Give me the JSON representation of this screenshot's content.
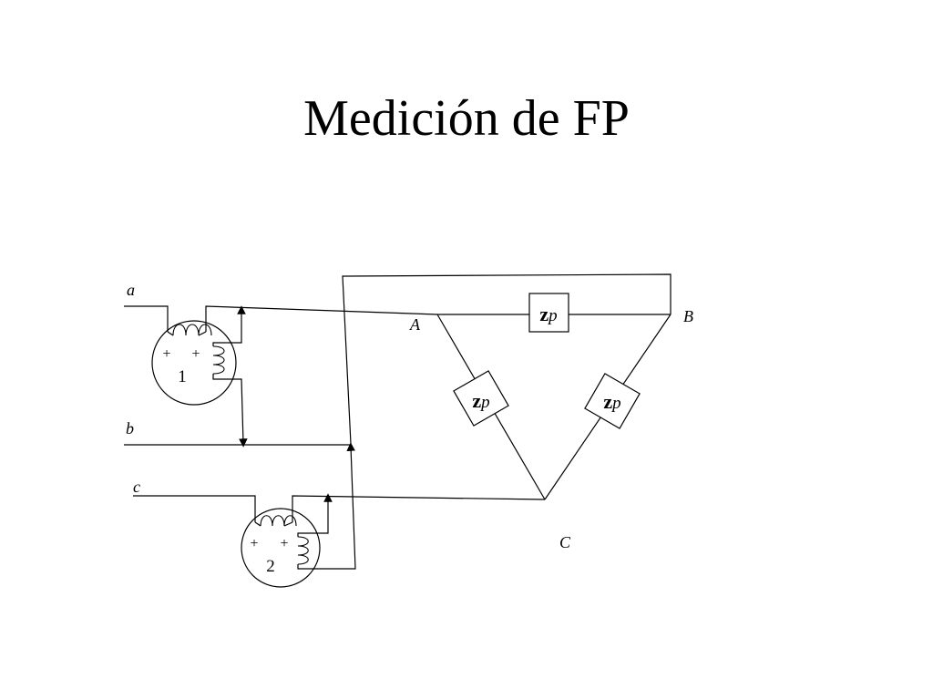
{
  "slide": {
    "title": "Medición de FP"
  },
  "diagram": {
    "lines": {
      "a": "a",
      "b": "b",
      "c": "c"
    },
    "nodes": {
      "A": "A",
      "B": "B",
      "C": "C"
    },
    "wattmeters": [
      {
        "label": "1",
        "plus_left": "+",
        "plus_right": "+"
      },
      {
        "label": "2",
        "plus_left": "+",
        "plus_right": "+"
      }
    ],
    "impedances": [
      {
        "bold": "z",
        "sub": "p"
      },
      {
        "bold": "z",
        "sub": "p"
      },
      {
        "bold": "z",
        "sub": "p"
      }
    ]
  }
}
